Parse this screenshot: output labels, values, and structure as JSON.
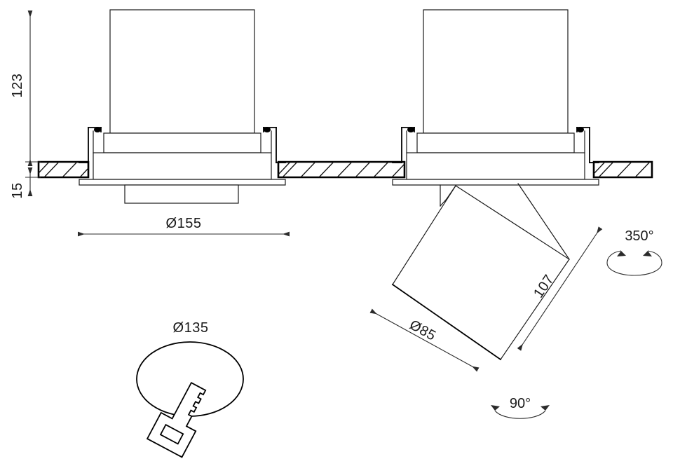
{
  "drawing": {
    "title": "Recessed adjustable downlight technical drawing",
    "background_color": "#ffffff",
    "line_color": "#1a1a1a",
    "dimensions": {
      "height_total": "123",
      "flange_thickness": "15",
      "outer_diameter": "Ø155",
      "cutout_diameter": "Ø135",
      "spot_diameter": "Ø85",
      "spot_length": "107"
    },
    "rotation_labels": {
      "pan": "350°",
      "tilt": "90°"
    },
    "icons": {
      "key": "key-icon",
      "pan_arc": "rotation-360-icon",
      "tilt_arc": "tilt-arc-icon"
    }
  }
}
